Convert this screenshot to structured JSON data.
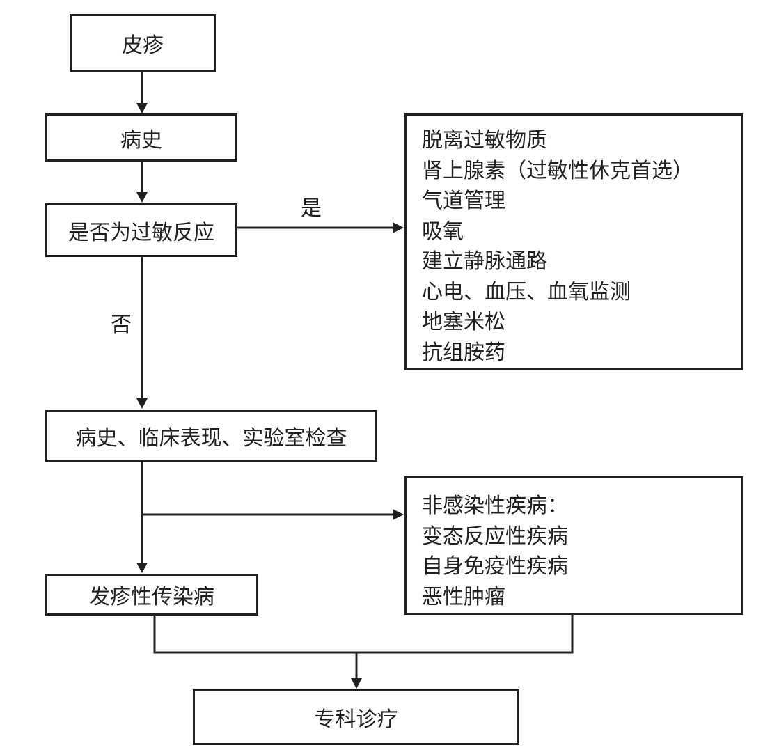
{
  "nodes": {
    "rash": "皮疹",
    "history": "病史",
    "allergy_question": "是否为过敏反应",
    "allergy_treatment": [
      "脱离过敏物质",
      "肾上腺素（过敏性休克首选）",
      "气道管理",
      "吸氧",
      "建立静脉通路",
      "心电、血压、血氧监测",
      "地塞米松",
      "抗组胺药"
    ],
    "workup": "病史、临床表现、实验室检查",
    "non_infectious": [
      "非感染性疾病：",
      "变态反应性疾病",
      "自身免疫性疾病",
      "恶性肿瘤"
    ],
    "infectious_rash": "发疹性传染病",
    "specialist": "专科诊疗"
  },
  "edge_labels": {
    "yes": "是",
    "no": "否"
  },
  "colors": {
    "stroke": "#231f20",
    "background": "#ffffff"
  }
}
